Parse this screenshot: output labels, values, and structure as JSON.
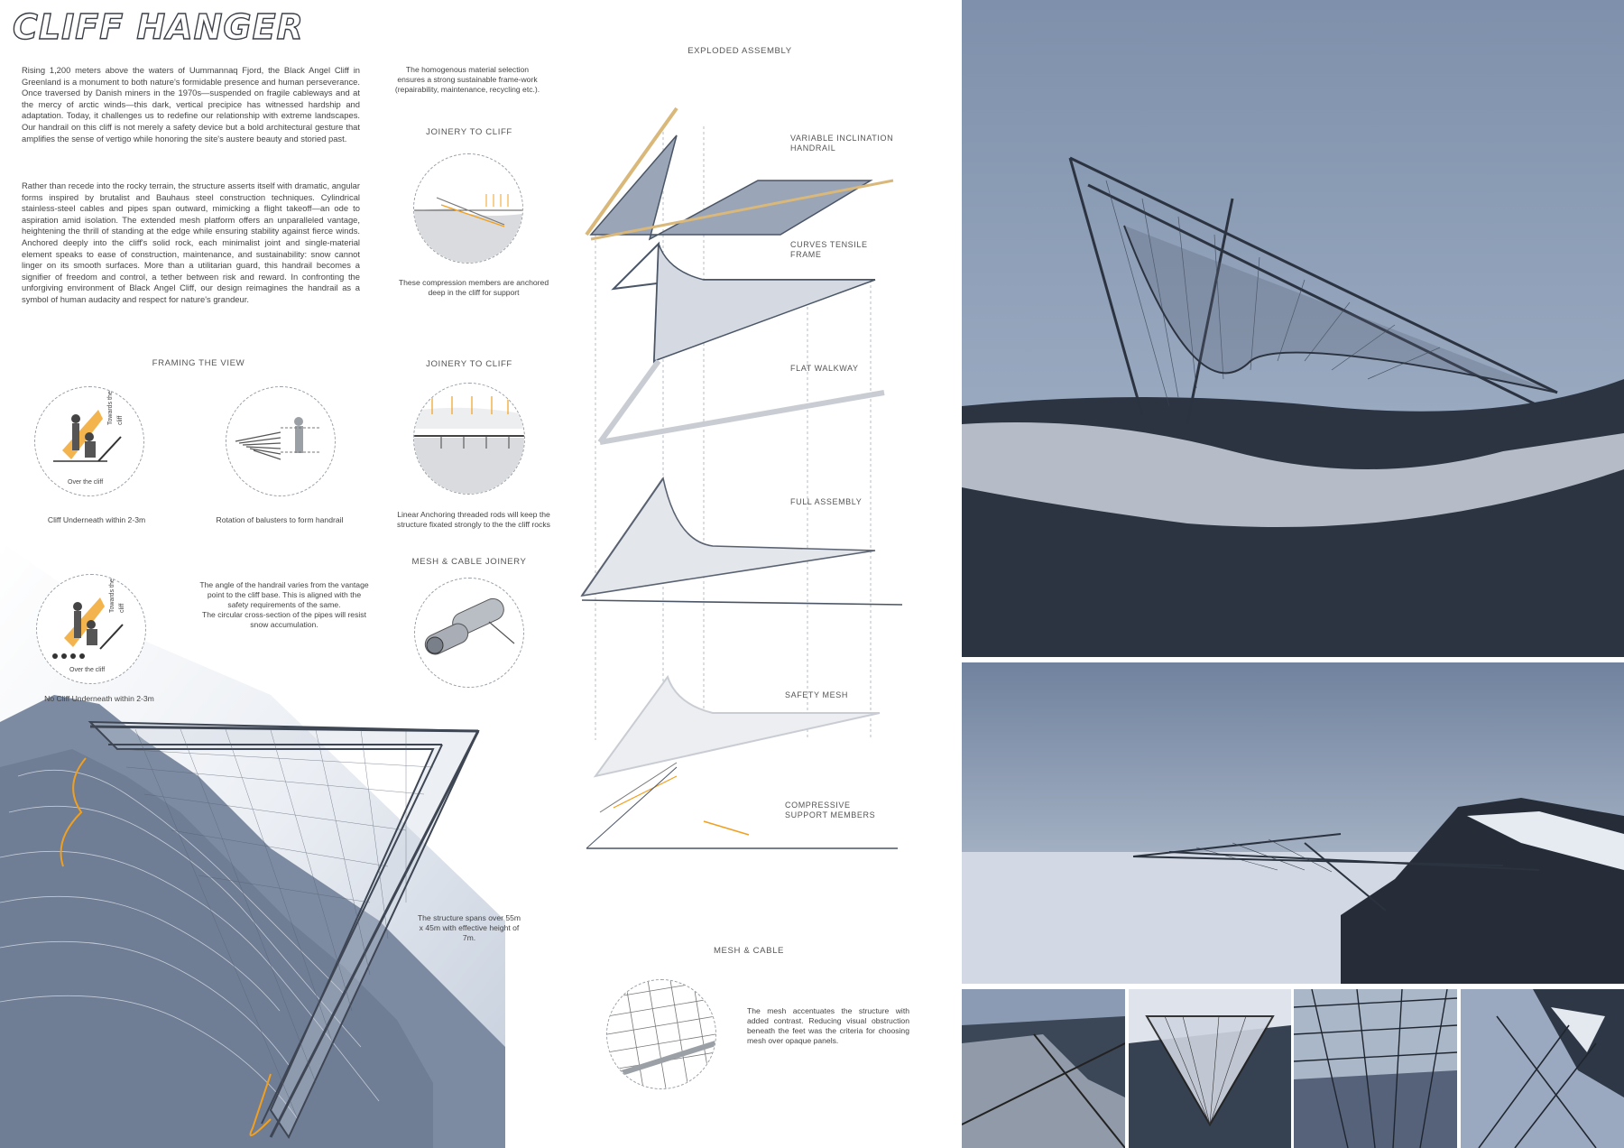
{
  "title": "CLIFF HANGER",
  "intro": {
    "p1": "Rising 1,200 meters above the waters of Uummannaq Fjord, the Black Angel Cliff in Greenland is a monument to both nature's formidable presence and human perseverance. Once traversed by Danish miners in the 1970s—suspended on fragile cableways and at the mercy of arctic winds—this dark, vertical precipice has witnessed hardship and adaptation. Today, it challenges us to redefine our relationship with extreme landscapes. Our handrail on this cliff is not merely a safety device but a bold architectural gesture that amplifies the sense of vertigo while honoring the site's austere beauty and storied past.",
    "p2": "Rather than recede into the rocky terrain, the structure asserts itself with dramatic, angular forms inspired by brutalist and Bauhaus steel construction techniques. Cylindrical stainless-steel cables and pipes span outward, mimicking a flight takeoff—an ode to aspiration amid isolation. The extended mesh platform offers an unparalleled vantage, heightening the thrill of standing at the edge while ensuring stability against fierce winds. Anchored deeply into the cliff's solid rock, each minimalist joint and single-material element speaks to ease of construction, maintenance, and sustainability: snow cannot linger on its smooth surfaces. More than a utilitarian guard, this handrail becomes a signifier of freedom and control, a tether between risk and reward. In confronting the unforgiving environment of Black Angel Cliff, our design reimagines the handrail as a symbol of human audacity and respect for nature's grandeur."
  },
  "material_note": "The homogenous material selection ensures a strong sustainable frame-work (repairability, maintenance, recycling etc.).",
  "joinery1": {
    "heading": "JOINERY TO CLIFF",
    "caption": "These compression members are anchored deep in the cliff for support"
  },
  "joinery2": {
    "heading": "JOINERY TO CLIFF",
    "caption": "Linear Anchoring threaded rods will keep the structure fixated strongly to the the cliff rocks"
  },
  "mesh_cable_joinery": {
    "heading": "MESH & CABLE JOINERY"
  },
  "framing": {
    "heading": "FRAMING THE VIEW",
    "c1_caption": "Cliff Underneath within 2-3m",
    "c2_caption": "Rotation of balusters to form handrail",
    "c3_caption": "No Cliff Underneath within 2-3m",
    "over_cliff": "Over the cliff",
    "towards_cliff": "Towards the cliff",
    "angle_note": "The angle of the handrail varies from the vantage point to the cliff base. This is aligned with the safety requirements of the same.\nThe circular cross-section of the pipes will resist snow accumulation."
  },
  "span_note": "The structure spans over 55m x 45m with effective height of 7m.",
  "exploded": {
    "heading": "EXPLODED ASSEMBLY",
    "labels": [
      "VARIABLE INCLINATION HANDRAIL",
      "CURVES TENSILE FRAME",
      "FLAT WALKWAY",
      "FULL ASSEMBLY",
      "SAFETY MESH",
      "COMPRESSIVE SUPPORT MEMBERS"
    ]
  },
  "mesh_cable": {
    "heading": "MESH & CABLE",
    "caption": "The mesh accentuates the structure with added contrast. Reducing visual obstruction beneath the feet was the criteria for choosing mesh over opaque panels."
  },
  "colors": {
    "accent": "#f0a020",
    "steel": "#4a5566",
    "sky": "#8fa0b8",
    "snow": "#e6e9ee"
  }
}
